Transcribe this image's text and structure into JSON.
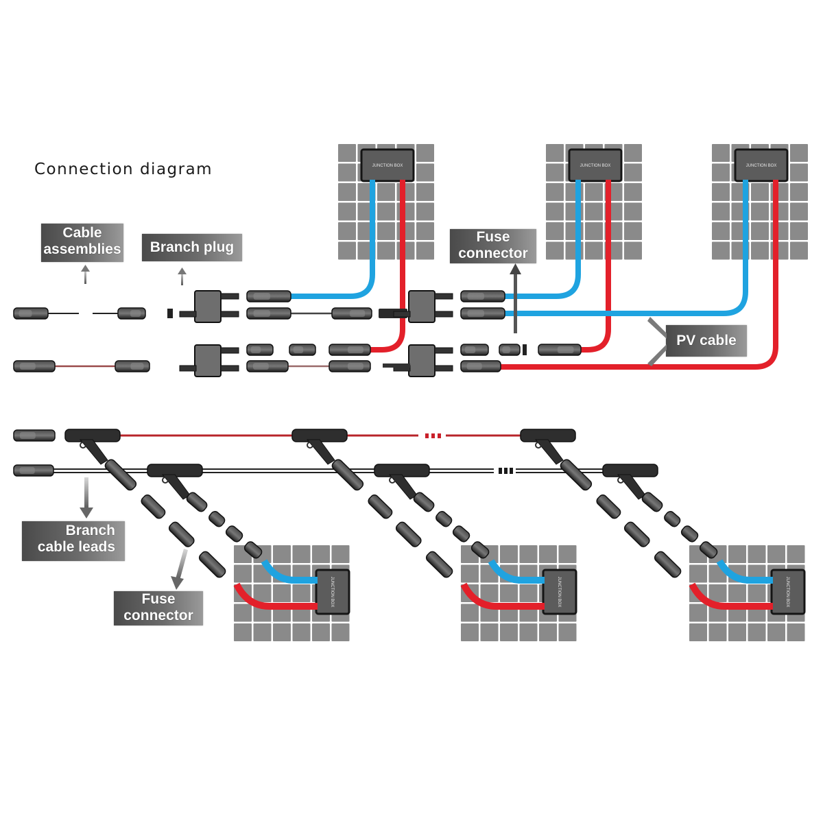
{
  "title": "Connection diagram",
  "labels": {
    "cable_assemblies": [
      "Cable",
      "assemblies"
    ],
    "branch_plug": [
      "Branch plug"
    ],
    "fuse_connector_top": [
      "Fuse",
      "connector"
    ],
    "pv_cable": [
      "PV cable"
    ],
    "branch_cable_leads": [
      "Branch",
      "cable leads"
    ],
    "fuse_connector_bottom": [
      "Fuse",
      "connector"
    ]
  },
  "junction_box_text": "JUNCTION BOX",
  "continuation_marker": "...",
  "colors": {
    "positive_cable": "#e3202a",
    "negative_cable": "#1fa3e0",
    "panel_cell": "#8a8a8a",
    "connector": "#2a2a2a",
    "label_bg": "#5e5e5e"
  }
}
